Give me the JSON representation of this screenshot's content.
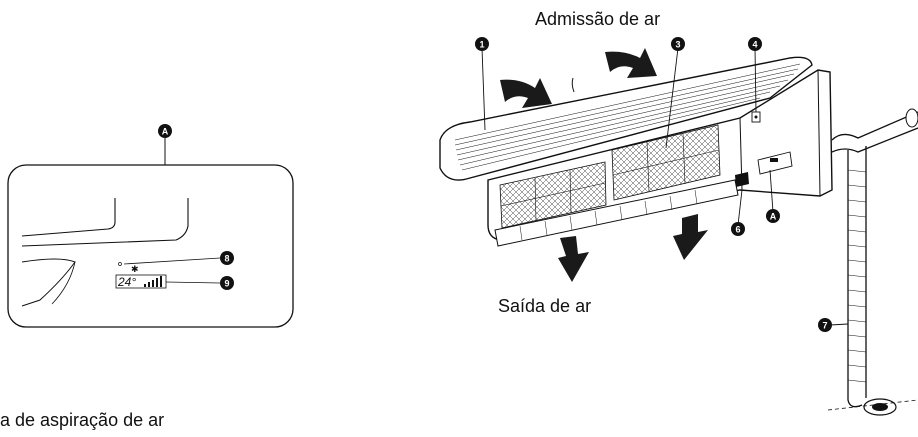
{
  "labels": {
    "air_intake": "Admissão de ar",
    "air_outlet": "Saída de ar",
    "intake_grille_partial": "a de aspiração de ar"
  },
  "markers": {
    "m1": "1",
    "m3": "3",
    "m4": "4",
    "m6": "6",
    "m7": "7",
    "m8": "8",
    "m9": "9",
    "mA_detail": "A",
    "mA_unit": "A"
  },
  "display": {
    "temperature": "24°"
  },
  "icons": [
    "snowflake-icon",
    "signal-bars-icon",
    "airflow-arrow-icon"
  ],
  "colors": {
    "line": "#111111",
    "fill_dark": "#1a1a1a",
    "background": "#ffffff"
  }
}
